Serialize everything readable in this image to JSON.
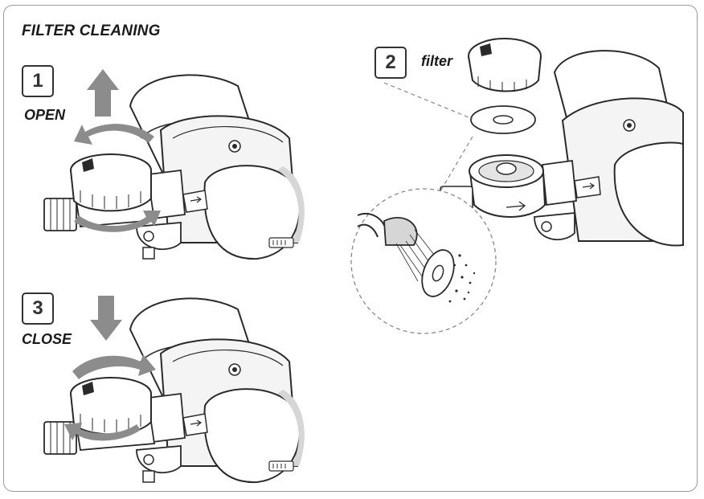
{
  "title": "FILTER CLEANING",
  "steps": [
    {
      "number": "1",
      "label": "OPEN"
    },
    {
      "number": "2",
      "label": "filter"
    },
    {
      "number": "3",
      "label": "CLOSE"
    }
  ],
  "colors": {
    "arrow": "#8c8c8c",
    "line": "#2a2a2a",
    "shade": "#d6d6d6",
    "frame": "#9a9a9a"
  },
  "icons": [
    "up-arrow-icon",
    "down-arrow-icon",
    "rotate-left-arrow-icon",
    "rotate-right-arrow-icon"
  ]
}
